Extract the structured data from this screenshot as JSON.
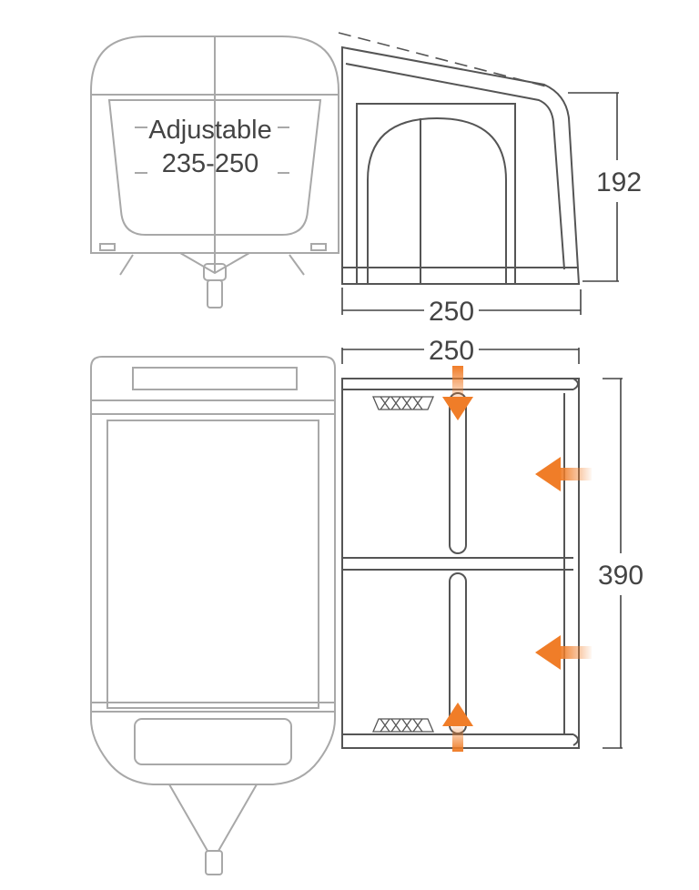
{
  "side_view": {
    "caravan_label_line1": "Adjustable",
    "caravan_label_line2": "235-250",
    "height_label": "192",
    "depth_label": "250"
  },
  "top_view": {
    "depth_label": "250",
    "width_label": "390"
  },
  "colors": {
    "outline": "#555555",
    "light_outline": "#a8a8a8",
    "dimension": "#444444",
    "arrow_accent": "#f07d28",
    "arrow_light": "#fde3cf"
  }
}
